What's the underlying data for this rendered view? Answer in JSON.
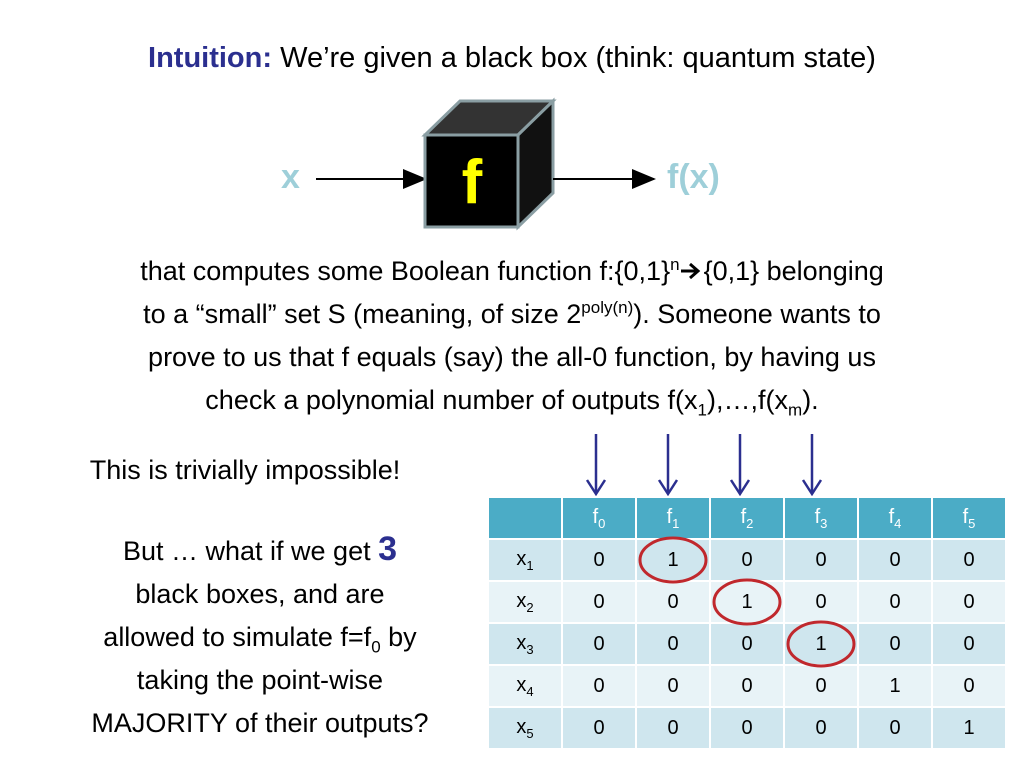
{
  "title": {
    "label": "Intuition:",
    "text": "We’re given a black box (think: quantum state)"
  },
  "box": {
    "input_label": "x",
    "box_letter": "f",
    "output_label": "f(x)"
  },
  "paragraph": {
    "l1a": "that computes some Boolean function f:{0,1}",
    "l1_sup": "n",
    "l1b": "{0,1} belonging",
    "l2a": "to a “small” set S (meaning, of size 2",
    "l2_sup": "poly(n)",
    "l2b": ").  Someone wants to",
    "l3": "prove to us that f equals (say) the all-0 function, by having us",
    "l4a": "check a polynomial number of outputs f(x",
    "l4_sub1": "1",
    "l4b": "),…,f(x",
    "l4_sub2": "m",
    "l4c": ")."
  },
  "trivial": "This is trivially impossible!",
  "majority": {
    "a": "But … what if we get ",
    "num": "3",
    "b": "black boxes, and are",
    "c": "allowed to simulate f=f",
    "c_sub": "0",
    "d": " by",
    "e": "taking the point-wise",
    "f": "MAJORITY of their outputs?"
  },
  "table": {
    "headers": [
      {
        "b": "f",
        "s": "0"
      },
      {
        "b": "f",
        "s": "1"
      },
      {
        "b": "f",
        "s": "2"
      },
      {
        "b": "f",
        "s": "3"
      },
      {
        "b": "f",
        "s": "4"
      },
      {
        "b": "f",
        "s": "5"
      }
    ],
    "rows": [
      {
        "b": "x",
        "s": "1",
        "cells": [
          "0",
          "1",
          "0",
          "0",
          "0",
          "0"
        ],
        "circled": 1
      },
      {
        "b": "x",
        "s": "2",
        "cells": [
          "0",
          "0",
          "1",
          "0",
          "0",
          "0"
        ],
        "circled": 2
      },
      {
        "b": "x",
        "s": "3",
        "cells": [
          "0",
          "0",
          "0",
          "1",
          "0",
          "0"
        ],
        "circled": 3
      },
      {
        "b": "x",
        "s": "4",
        "cells": [
          "0",
          "0",
          "0",
          "0",
          "1",
          "0"
        ],
        "circled": null
      },
      {
        "b": "x",
        "s": "5",
        "cells": [
          "0",
          "0",
          "0",
          "0",
          "0",
          "1"
        ],
        "circled": null
      }
    ]
  },
  "colors": {
    "label_blue": "#2b2f8f",
    "io_teal": "#9ecfd9",
    "box_letter": "#ffff00",
    "header_bg": "#4bacc6",
    "row_dark": "#cfe6ee",
    "row_light": "#e8f3f7",
    "circle": "#c0282d",
    "arrow": "#2b2f8f"
  },
  "icons": [
    "right-arrow-icon",
    "down-arrow-icon",
    "black-box-cube"
  ]
}
